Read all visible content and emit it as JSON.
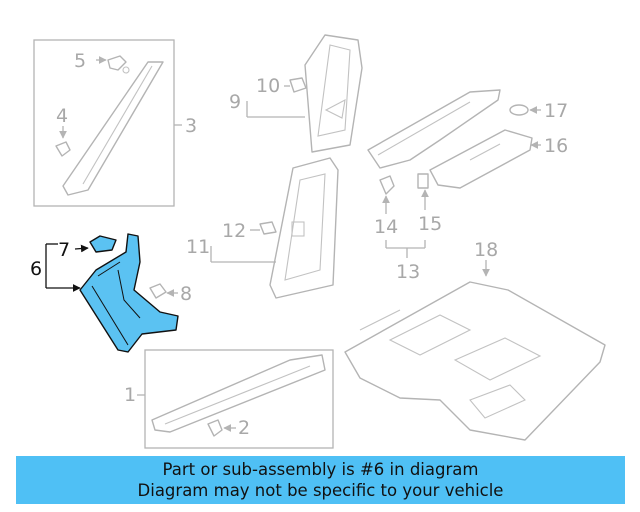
{
  "callouts": {
    "c1": "1",
    "c2": "2",
    "c3": "3",
    "c4": "4",
    "c5": "5",
    "c6": "6",
    "c7": "7",
    "c8": "8",
    "c9": "9",
    "c10": "10",
    "c11": "11",
    "c12": "12",
    "c13": "13",
    "c14": "14",
    "c15": "15",
    "c16": "16",
    "c17": "17",
    "c18": "18"
  },
  "highlighted_part": "6",
  "highlight_color": "#5bc2f2",
  "banner": {
    "line1": "Part or sub-assembly is #6 in diagram",
    "line2": "Diagram may not be specific to your vehicle",
    "color": "#4fc0f5"
  }
}
